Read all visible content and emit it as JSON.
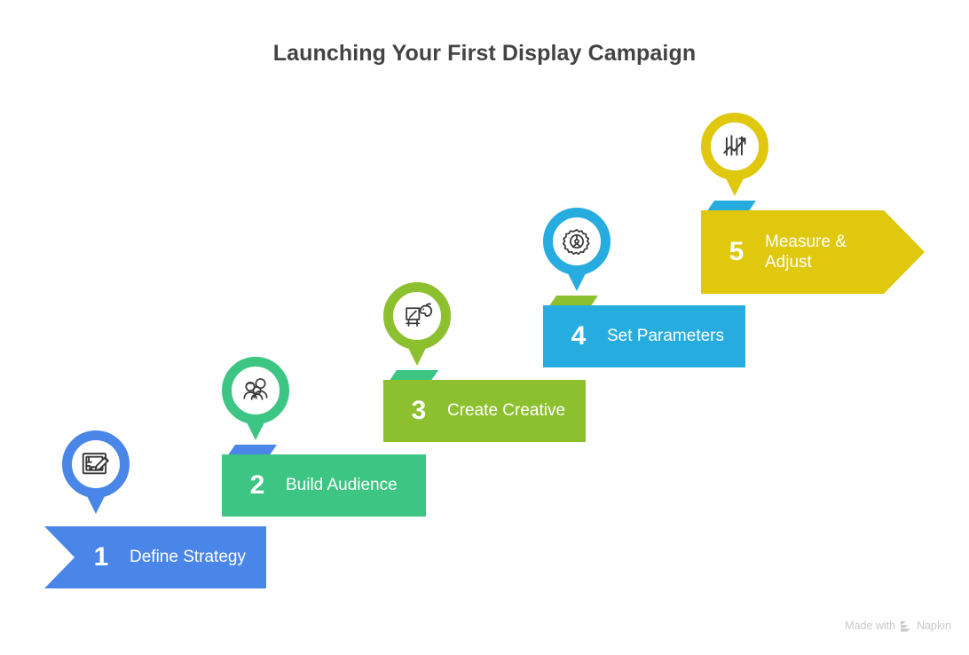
{
  "title": "Launching Your First Display Campaign",
  "watermark": {
    "prefix": "Made with",
    "brand": "Napkin",
    "logo_icon": "napkin-chevrons-icon"
  },
  "palette": {
    "title_color": "#434343",
    "banner_text": "#ffffff",
    "watermark_color": "#c8c8c8",
    "background": "#ffffff"
  },
  "steps": [
    {
      "number": "1",
      "label": "Define Strategy",
      "color": "#4a86e8",
      "icon": "blueprint-pencil-icon",
      "shape": "notched-left",
      "fold_color": null
    },
    {
      "number": "2",
      "label": "Build Audience",
      "color": "#3cc583",
      "icon": "people-group-icon",
      "shape": "rectangle",
      "fold_color": "#4a86e8"
    },
    {
      "number": "3",
      "label": "Create Creative",
      "color": "#8dc02f",
      "icon": "easel-palette-icon",
      "shape": "rectangle",
      "fold_color": "#3cc583"
    },
    {
      "number": "4",
      "label": "Set Parameters",
      "color": "#27ace0",
      "icon": "gear-settings-icon",
      "shape": "rectangle",
      "fold_color": "#8dc02f"
    },
    {
      "number": "5",
      "label": "Measure & Adjust",
      "color": "#dfc80e",
      "icon": "growth-chart-icon",
      "shape": "arrow-right",
      "fold_color": "#27ace0"
    }
  ]
}
